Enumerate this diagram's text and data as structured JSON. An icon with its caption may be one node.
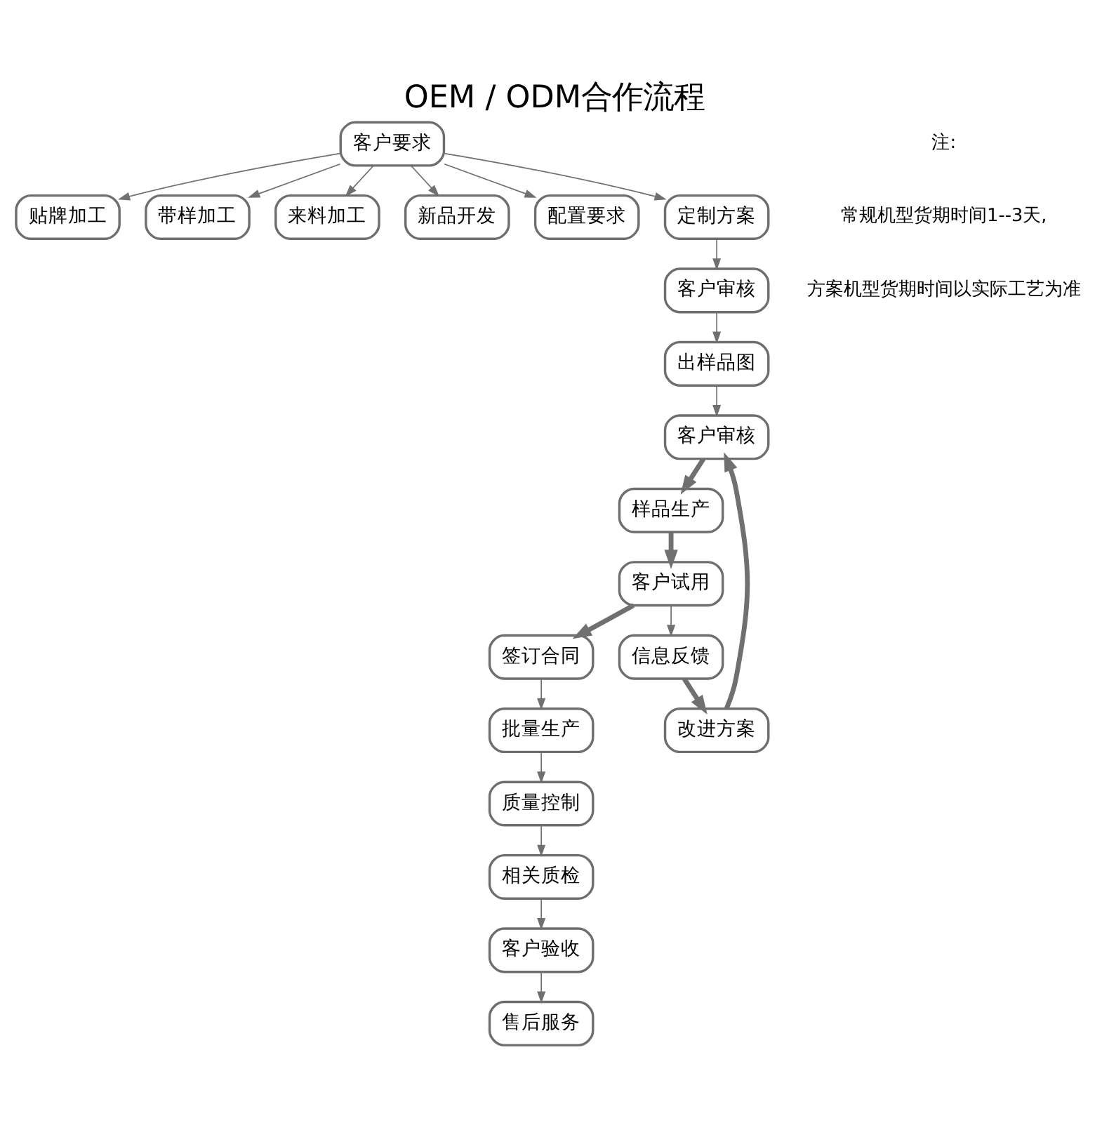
{
  "diagram": {
    "title": "OEM / ODM合作流程",
    "nodes": [
      {
        "text": [
          "客户要求"
        ]
      },
      {
        "text": [
          "贴牌加工"
        ]
      },
      {
        "text": [
          "带样加工"
        ]
      },
      {
        "text": [
          "来料加工"
        ]
      },
      {
        "text": [
          "新品开发"
        ]
      },
      {
        "text": [
          "配置要求"
        ]
      },
      {
        "text": [
          "定制方案"
        ]
      },
      {
        "text": [
          "客户审核"
        ]
      },
      {
        "text": [
          "出样品图"
        ]
      },
      {
        "text": [
          "客户审核"
        ]
      },
      {
        "text": [
          "改进方案"
        ]
      },
      {
        "text": [
          "信息反馈"
        ]
      },
      {
        "text": [
          "样品生产"
        ]
      },
      {
        "text": [
          "客户试用"
        ]
      },
      {
        "text": [
          "签订合同"
        ]
      },
      {
        "text": [
          "批量生产"
        ]
      },
      {
        "text": [
          "质量控制"
        ]
      },
      {
        "text": [
          "相关质检"
        ]
      },
      {
        "text": [
          "客户验收"
        ]
      },
      {
        "text": [
          "售后服务"
        ]
      }
    ],
    "edges": [
      {
        "from": 0,
        "to": 1,
        "arrow": "to"
      },
      {
        "from": 0,
        "to": 2,
        "arrow": "to"
      },
      {
        "from": 0,
        "to": 3,
        "arrow": "to"
      },
      {
        "from": 0,
        "to": 4,
        "arrow": "to"
      },
      {
        "from": 0,
        "to": 5,
        "arrow": "to"
      },
      {
        "from": 0,
        "to": 6,
        "arrow": "to"
      },
      {
        "from": 6,
        "to": 7,
        "arrow": "to"
      },
      {
        "from": 7,
        "to": 8,
        "arrow": "to"
      },
      {
        "from": 8,
        "to": 9,
        "arrow": "to"
      },
      {
        "from": 9,
        "to": 12,
        "arrow": "to",
        "style": "thick"
      },
      {
        "from": 12,
        "to": 13,
        "arrow": "to",
        "style": "thick"
      },
      {
        "from": 13,
        "to": 11,
        "arrow": "to"
      },
      {
        "from": 11,
        "to": 10,
        "arrow": "to",
        "style": "thick"
      },
      {
        "from": 10,
        "to": 9,
        "arrow": "to",
        "style": "thick"
      },
      {
        "from": 13,
        "to": 14,
        "arrow": "to",
        "style": "thick"
      },
      {
        "from": 14,
        "to": 15,
        "arrow": "to"
      },
      {
        "from": 15,
        "to": 16,
        "arrow": "to"
      },
      {
        "from": 16,
        "to": 17,
        "arrow": "to"
      },
      {
        "from": 17,
        "to": 18,
        "arrow": "to"
      },
      {
        "from": 18,
        "to": 19,
        "arrow": "to"
      }
    ],
    "labels": [
      "注:",
      "常规机型货期时间1--3天,",
      "方案机型货期时间以实际工艺为准"
    ]
  }
}
